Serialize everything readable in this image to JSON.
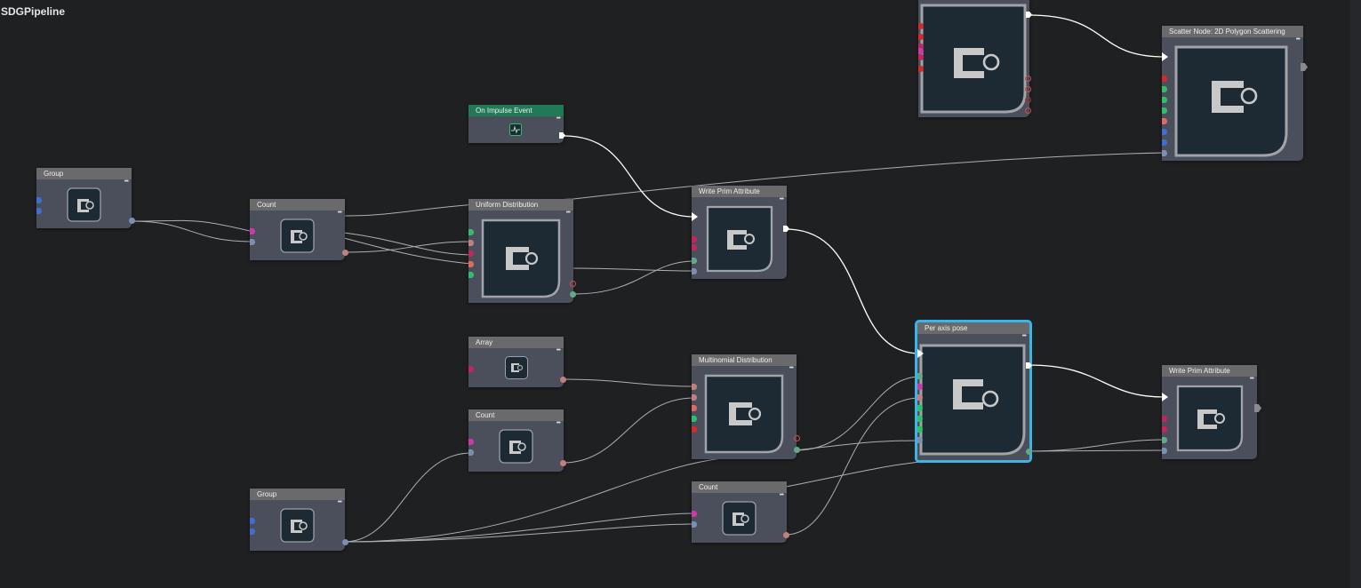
{
  "graph": {
    "title": "SDGPipeline"
  },
  "node_menu_glyph": "•••",
  "icons": {
    "node-glyph": "script-node-icon",
    "impulse-glyph": "pulse-icon"
  },
  "colors": {
    "canvas": "#1f2022",
    "node_body": "#4b4e5b",
    "node_header": "#6a6a6c",
    "event_header": "#1f7a55",
    "selection": "#39b6e6",
    "wire": "#c8c8c8",
    "exec_wire": "#ffffff"
  },
  "nodes": [
    {
      "id": "group-1",
      "title": "Group"
    },
    {
      "id": "count-1",
      "title": "Count"
    },
    {
      "id": "on-impulse",
      "title": "On Impulse Event"
    },
    {
      "id": "uniform-dist",
      "title": "Uniform Distribution"
    },
    {
      "id": "write-prim-1",
      "title": "Write Prim Attribute"
    },
    {
      "id": "top-partial",
      "title": ""
    },
    {
      "id": "scatter",
      "title": "Scatter Node: 2D Polygon Scattering"
    },
    {
      "id": "array",
      "title": "Array"
    },
    {
      "id": "multinomial",
      "title": "Multinomial Distribution"
    },
    {
      "id": "count-2",
      "title": "Count"
    },
    {
      "id": "per-axis-pose",
      "title": "Per axis pose",
      "selected": true
    },
    {
      "id": "write-prim-2",
      "title": "Write Prim Attribute"
    },
    {
      "id": "group-2",
      "title": "Group"
    },
    {
      "id": "count-3",
      "title": "Count"
    }
  ]
}
